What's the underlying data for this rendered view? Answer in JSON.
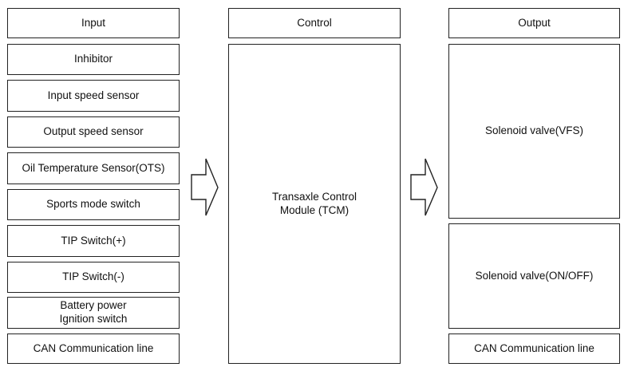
{
  "headers": {
    "input": "Input",
    "control": "Control",
    "output": "Output"
  },
  "inputs": [
    "Inhibitor",
    "Input speed sensor",
    "Output speed sensor",
    "Oil Temperature Sensor(OTS)",
    "Sports mode switch",
    "TIP Switch(+)",
    "TIP Switch(-)",
    "Battery power\nIgnition switch",
    "CAN Communication line"
  ],
  "control": {
    "module": "Transaxle Control\nModule (TCM)"
  },
  "outputs": [
    "Solenoid valve(VFS)",
    "Solenoid valve(ON/OFF)",
    "CAN Communication line"
  ]
}
